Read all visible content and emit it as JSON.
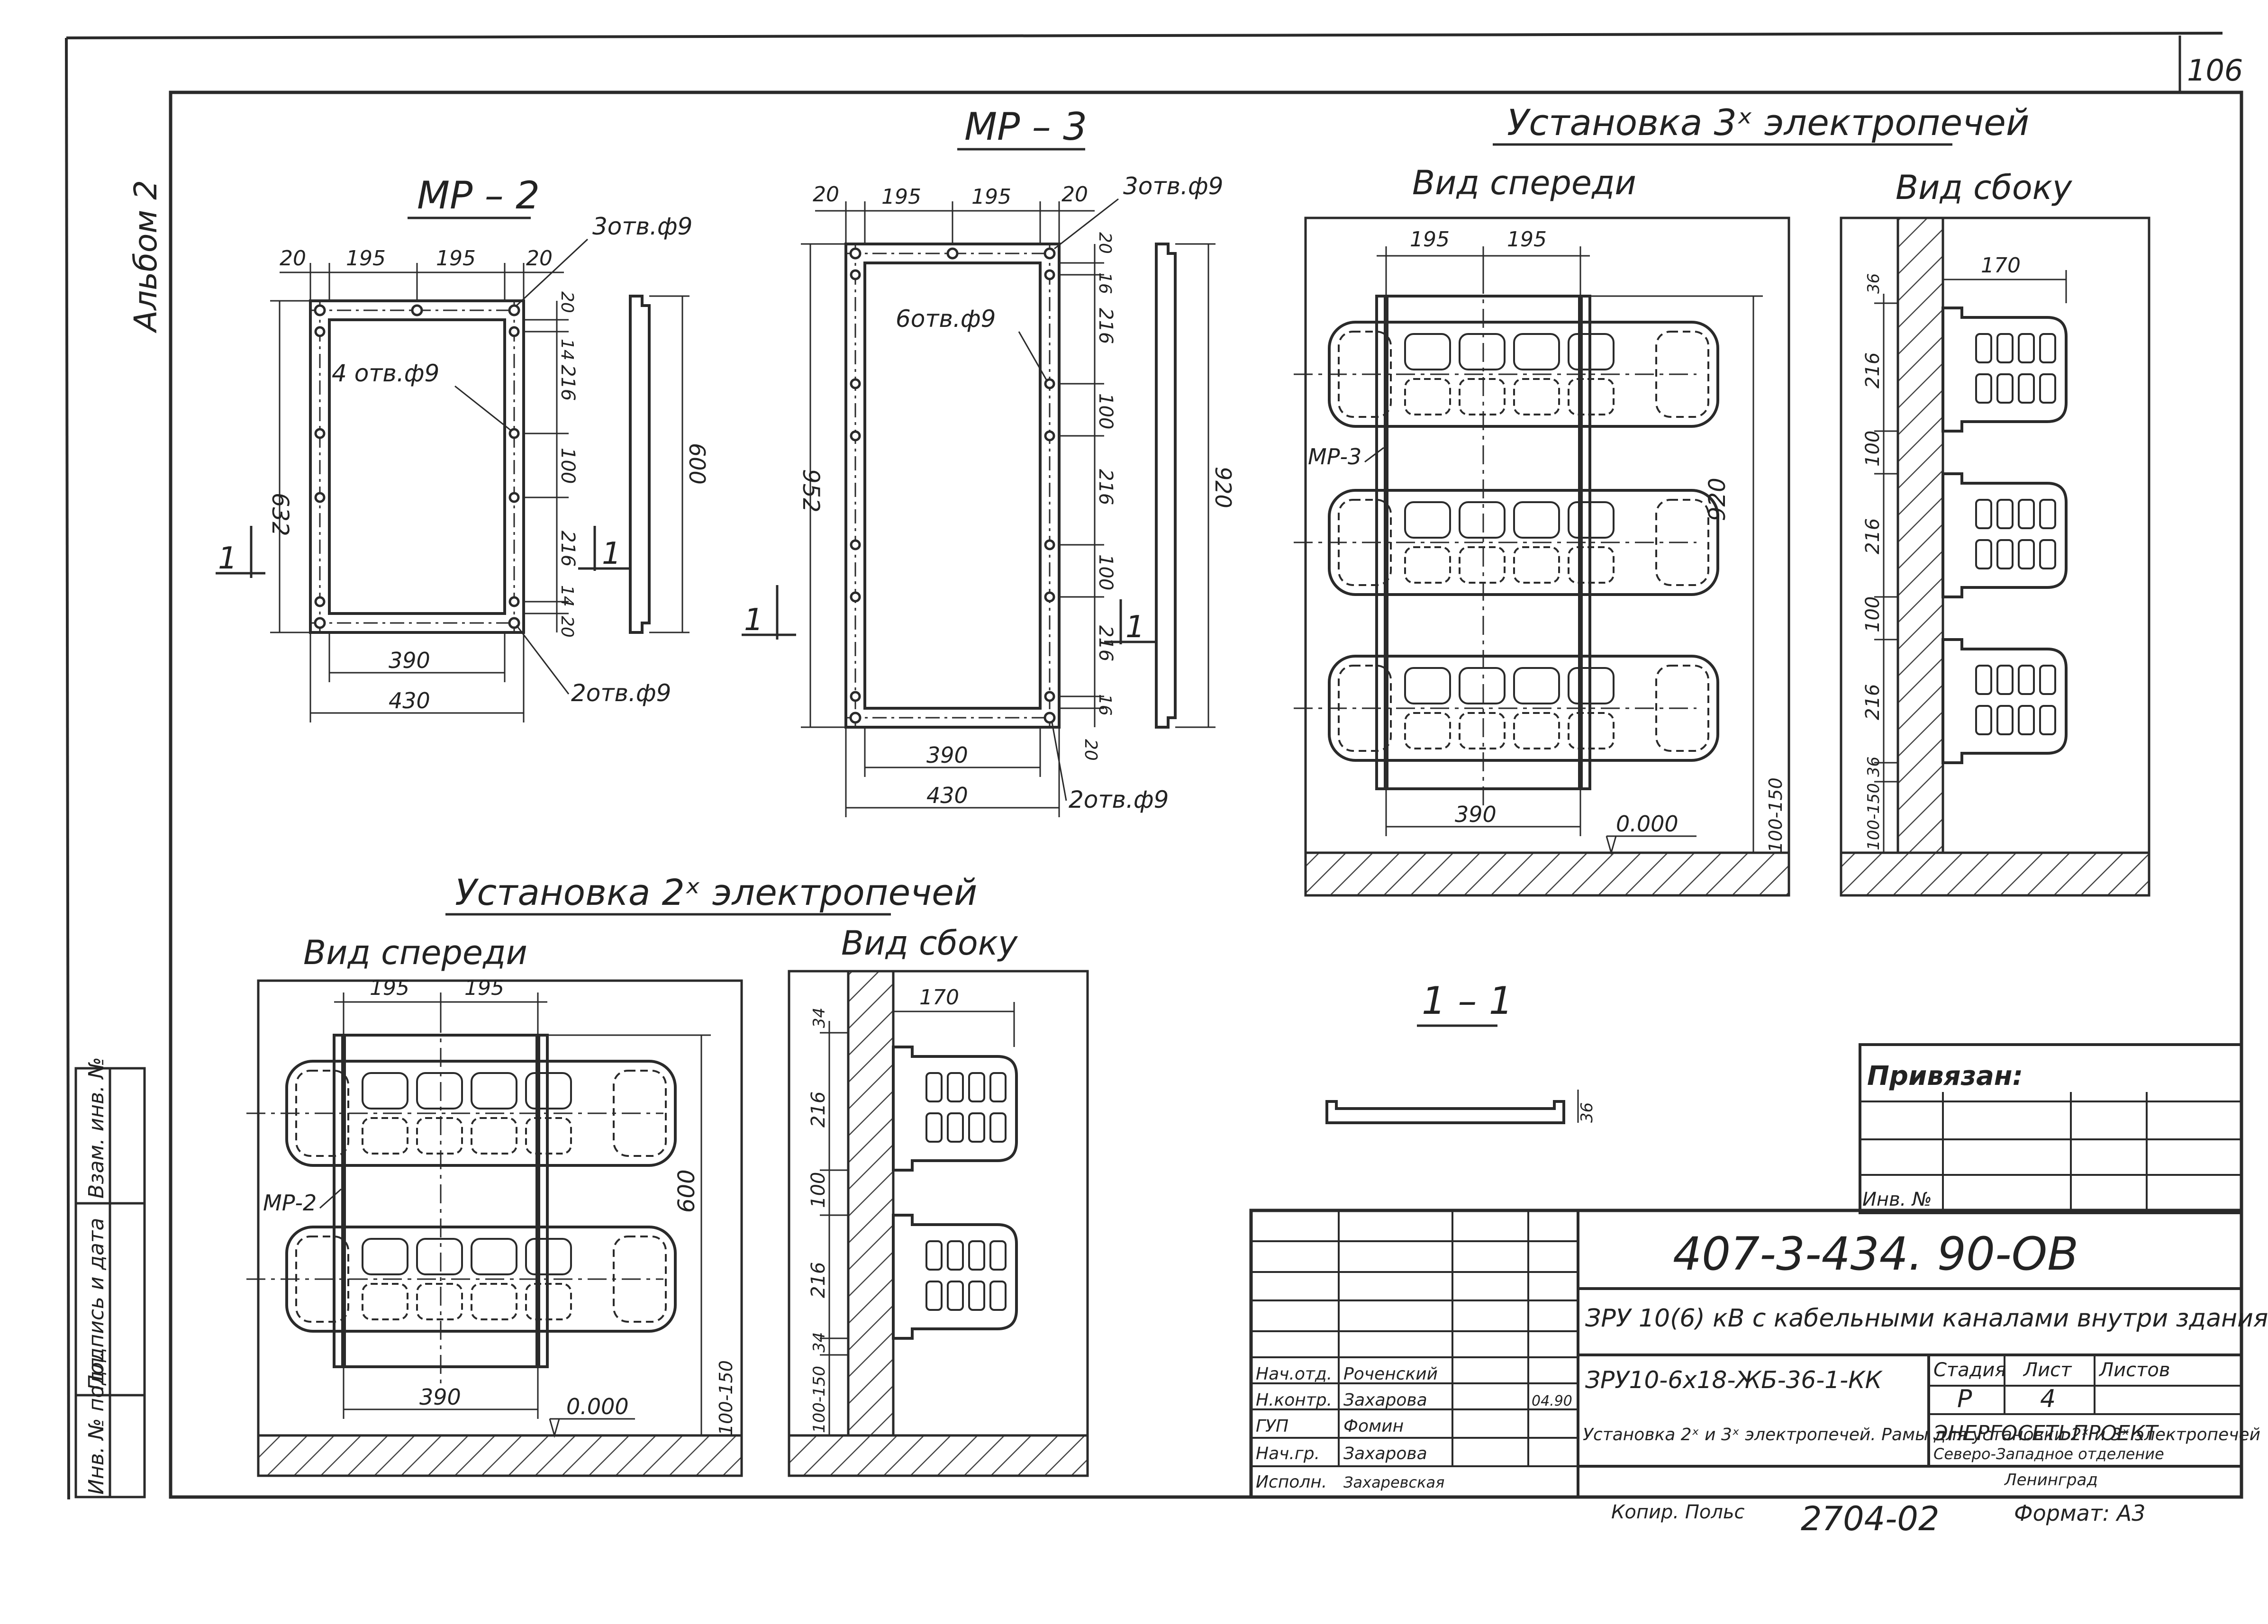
{
  "colors": {
    "ink": "#2a2a2a",
    "paper": "#ffffff",
    "hatch": "#444444"
  },
  "page_number": "106",
  "album": "Альбом 2",
  "margin_stamp": {
    "inv_podl": "Инв. № подл.",
    "podpis_data": "Подпись и дата",
    "vzam_inv": "Взам. инв. №"
  },
  "mp2": {
    "title": "МР – 2",
    "dim_top": [
      "20",
      "195",
      "195",
      "20"
    ],
    "holes_top": "3отв.ф9",
    "holes_side": "4 отв.ф9",
    "holes_bottom": "2отв.ф9",
    "dim_right": [
      "20",
      "14",
      "216",
      "100",
      "216",
      "14",
      "20"
    ],
    "height": "632",
    "side_height": "600",
    "width_inner": "390",
    "width_outer": "430",
    "section_mark": "1"
  },
  "mp3": {
    "title": "МР – 3",
    "dim_top": [
      "20",
      "195",
      "195",
      "20"
    ],
    "holes_top": "3отв.ф9",
    "holes_side": "6отв.ф9",
    "holes_bottom": "2отв.ф9",
    "dim_right": [
      "20",
      "16",
      "216",
      "100",
      "216",
      "100",
      "216",
      "16",
      "20"
    ],
    "height": "952",
    "side_height": "920",
    "width_inner": "390",
    "width_outer": "430",
    "section_mark": "1"
  },
  "install3": {
    "title": "Установка 3ˣ электропечей",
    "front_view": "Вид спереди",
    "side_view": "Вид сбоку",
    "dim_top": [
      "195",
      "195"
    ],
    "frame_label": "МР-3",
    "height": "920",
    "width": "390",
    "level": "0.000",
    "floor_gap": "100-150",
    "side_depth": "170",
    "side_dims": [
      "36",
      "216",
      "100",
      "216",
      "100",
      "216",
      "36",
      "100-150"
    ]
  },
  "install2": {
    "title": "Установка 2ˣ электропечей",
    "front_view": "Вид спереди",
    "side_view": "Вид сбоку",
    "dim_top": [
      "195",
      "195"
    ],
    "frame_label": "МР-2",
    "height": "600",
    "width": "390",
    "level": "0.000",
    "floor_gap": "100-150",
    "side_depth": "170",
    "side_dims": [
      "34",
      "216",
      "100",
      "216",
      "34",
      "100-150"
    ]
  },
  "section": {
    "title": "1 – 1",
    "dim": "36"
  },
  "title_block": {
    "privyazan": "Привязан:",
    "inv_no": "Инв. №",
    "doc_code": "407-3-434. 90-ОВ",
    "project": "ЗРУ 10(6) кВ с кабельными каналами внутри здания",
    "designation": "ЗРУ10-6х18-ЖБ-36-1-КК",
    "stage_h": "Стадия",
    "sheet_h": "Лист",
    "sheets_h": "Листов",
    "stage": "Р",
    "sheet": "4",
    "roles": [
      "Нач.отд.",
      "Н.контр.",
      "ГУП",
      "Нач.гр.",
      "Исполн."
    ],
    "names": [
      "Роченский",
      "Захарова",
      "Фомин",
      "Захарова",
      "Захаревская"
    ],
    "date": "04.90",
    "description": "Установка 2ˣ и 3ˣ электропечей. Рамы для установки 2ˣ и 3ˣ электропечей",
    "org1": "ЭНЕРГОСЕТЬПРОЕКТ",
    "org2": "Северо-Западное отделение",
    "org3": "Ленинград",
    "copied": "Копир. Польс",
    "order": "2704-02",
    "format": "Формат: А3"
  }
}
